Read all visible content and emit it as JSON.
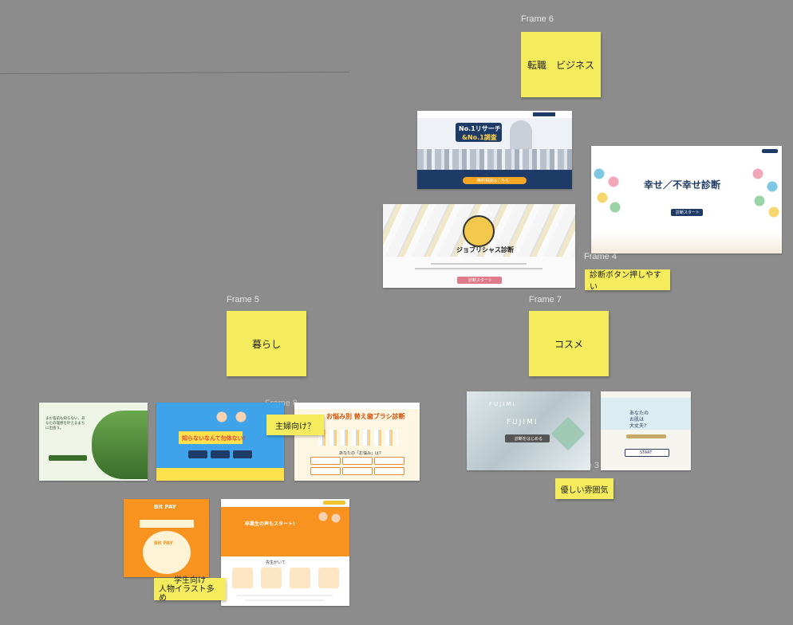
{
  "canvas": {
    "background": "#8c8c8c",
    "sticky_color": "#f4ec5c"
  },
  "frames": {
    "frame6": "Frame 6",
    "frame4": "Frame 4",
    "frame5": "Frame 5",
    "frame7": "Frame 7",
    "frame_overlap1": "Frame 8",
    "frame_overlap2": "Frame 3"
  },
  "stickies": {
    "business": "転職　ビジネス",
    "diagnosis_button": "診断ボタン押しやすい",
    "life": "暮らし",
    "cosme": "コスメ",
    "housewife": "主婦向け？",
    "gentle": "優しい雰囲気",
    "student_line1": "学生向け",
    "student_line2": "人物イラスト多め"
  },
  "thumbnails": {
    "research": {
      "title_line1": "No.1リサーチ",
      "title_line2": "&No.1調査",
      "button": "無料相談はこちら"
    },
    "happiness": {
      "title": "幸せ／不幸せ診断",
      "button": "診断スタート"
    },
    "jobless": {
      "title": "ジョブリシャス診断",
      "button": "診断スタート"
    },
    "life_left": {
      "headline": "まだ名前も知らない、あなたの理想を叶えるまちに出会う。"
    },
    "life_mid": {
      "headline": "知らないなんて勿体ない!"
    },
    "toothbrush": {
      "title": "お悩み別 替え歯ブラシ診断",
      "sub": "あなたの「お悩み」は?"
    },
    "fujimi": {
      "brand": "FUJIMI",
      "button": "診断をはじめる"
    },
    "hair": {
      "title_line1": "あなたの",
      "title_line2": "お肌は",
      "title_line3": "大丈夫?",
      "button": "START"
    },
    "bitpay": {
      "brand": "Bit PAY"
    },
    "student": {
      "title": "卒業生の声もスタート!",
      "sub": "先生がいて"
    }
  }
}
